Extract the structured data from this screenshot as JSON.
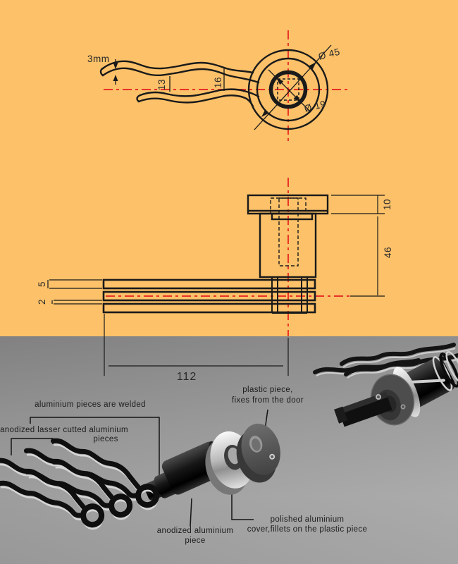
{
  "meta": {
    "description": "door handle technical drawing with 3d exploded render",
    "colors": {
      "background_top": "#fcc169",
      "background_bottom": "#9d9d9d",
      "centerline_red": "#e61e1e",
      "ink": "#1a1a1a",
      "metal_light": "#d9d9d9",
      "metal_dark": "#111111"
    }
  },
  "top_view": {
    "thickness": "3mm",
    "dim_13": "13",
    "dim_16": "16",
    "dia_collar": "Ø 45",
    "dia_hole": "Ø 19"
  },
  "side_view": {
    "cap_height": "10",
    "body_height": "46",
    "blade_thickness": "5",
    "blade_gap": "2",
    "handle_length": "112"
  },
  "render_annotations": {
    "welded": "aluminium pieces are welded",
    "lasercut_line1": "anodized lasser cutted aluminium",
    "lasercut_line2": "pieces",
    "plastic_line1": "plastic piece,",
    "plastic_line2": "fixes from the door",
    "anodized_line1": "anodized aluminium",
    "anodized_line2": "piece",
    "polished_line1": "polished aluminium",
    "polished_line2": "cover,fillets on the plastic piece"
  }
}
